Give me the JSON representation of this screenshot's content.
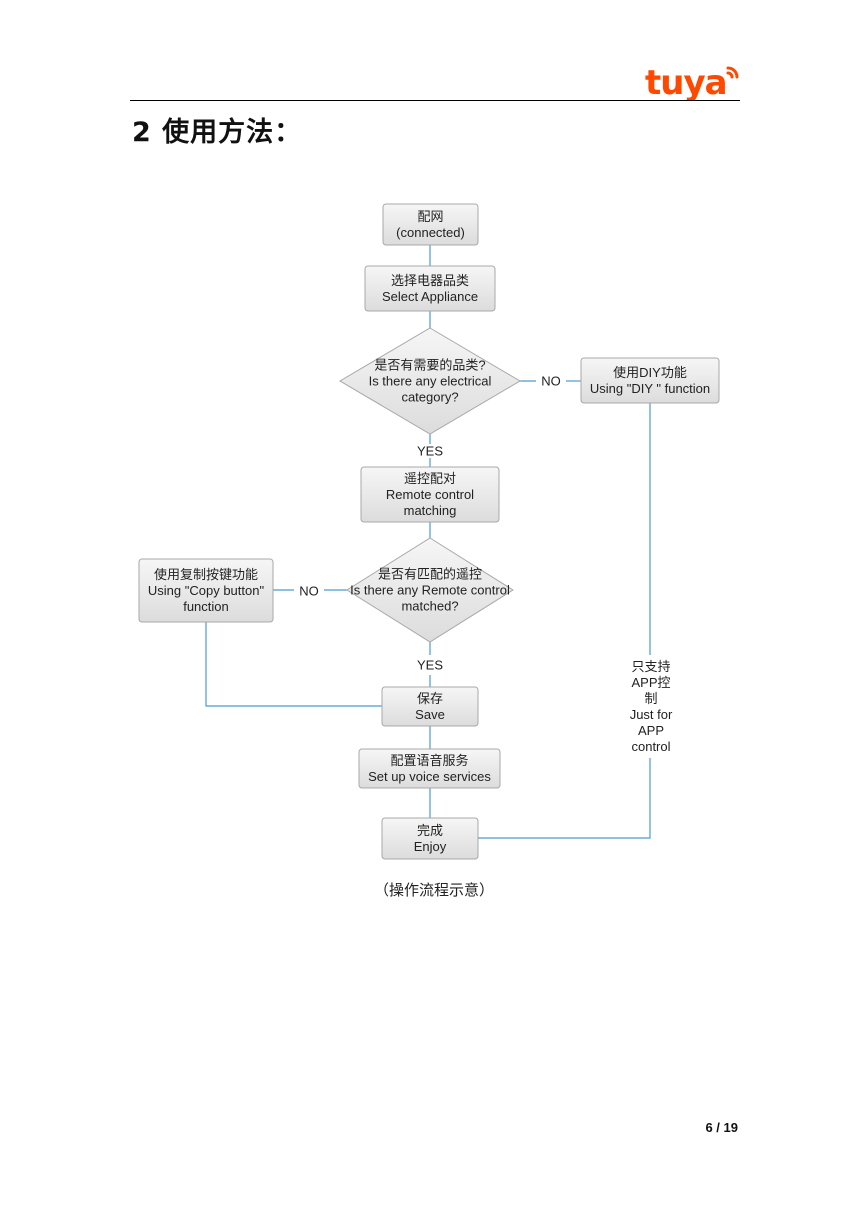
{
  "header": {
    "logo_text": "tuya",
    "brand_color": "#FF4800"
  },
  "section_title": "2 使用方法：",
  "flowchart": {
    "line_color": "#4a9bd1",
    "node_fill_top": "#f6f6f6",
    "node_fill_bottom": "#dcdcdc",
    "node_stroke": "#a8a8a8",
    "nodes": {
      "start": [
        "配网",
        "(connected)"
      ],
      "select_appliance": [
        "选择电器品类",
        "Select Appliance"
      ],
      "category_decision": [
        "是否有需要的品类?",
        "Is there any electrical",
        "category?"
      ],
      "diy_function": [
        "使用DIY功能",
        "Using \"DIY \" function"
      ],
      "remote_matching": [
        "遥控配对",
        "Remote control",
        "matching"
      ],
      "remote_decision": [
        "是否有匹配的遥控",
        "Is there any  Remote control",
        "matched?"
      ],
      "copy_button": [
        "使用复制按键功能",
        "Using  \"Copy button\"",
        "function"
      ],
      "save": [
        "保存",
        "Save"
      ],
      "voice_services": [
        "配置语音服务",
        "Set up  voice services"
      ],
      "enjoy": [
        "完成",
        "Enjoy"
      ]
    },
    "labels": {
      "no_category": "NO",
      "yes_category": "YES",
      "no_remote": "NO",
      "yes_remote": "YES",
      "app_only": [
        "只支持",
        "APP控",
        "制",
        "Just for",
        "APP",
        "control"
      ]
    }
  },
  "caption": "（操作流程示意）",
  "page_number": "6  /  19"
}
